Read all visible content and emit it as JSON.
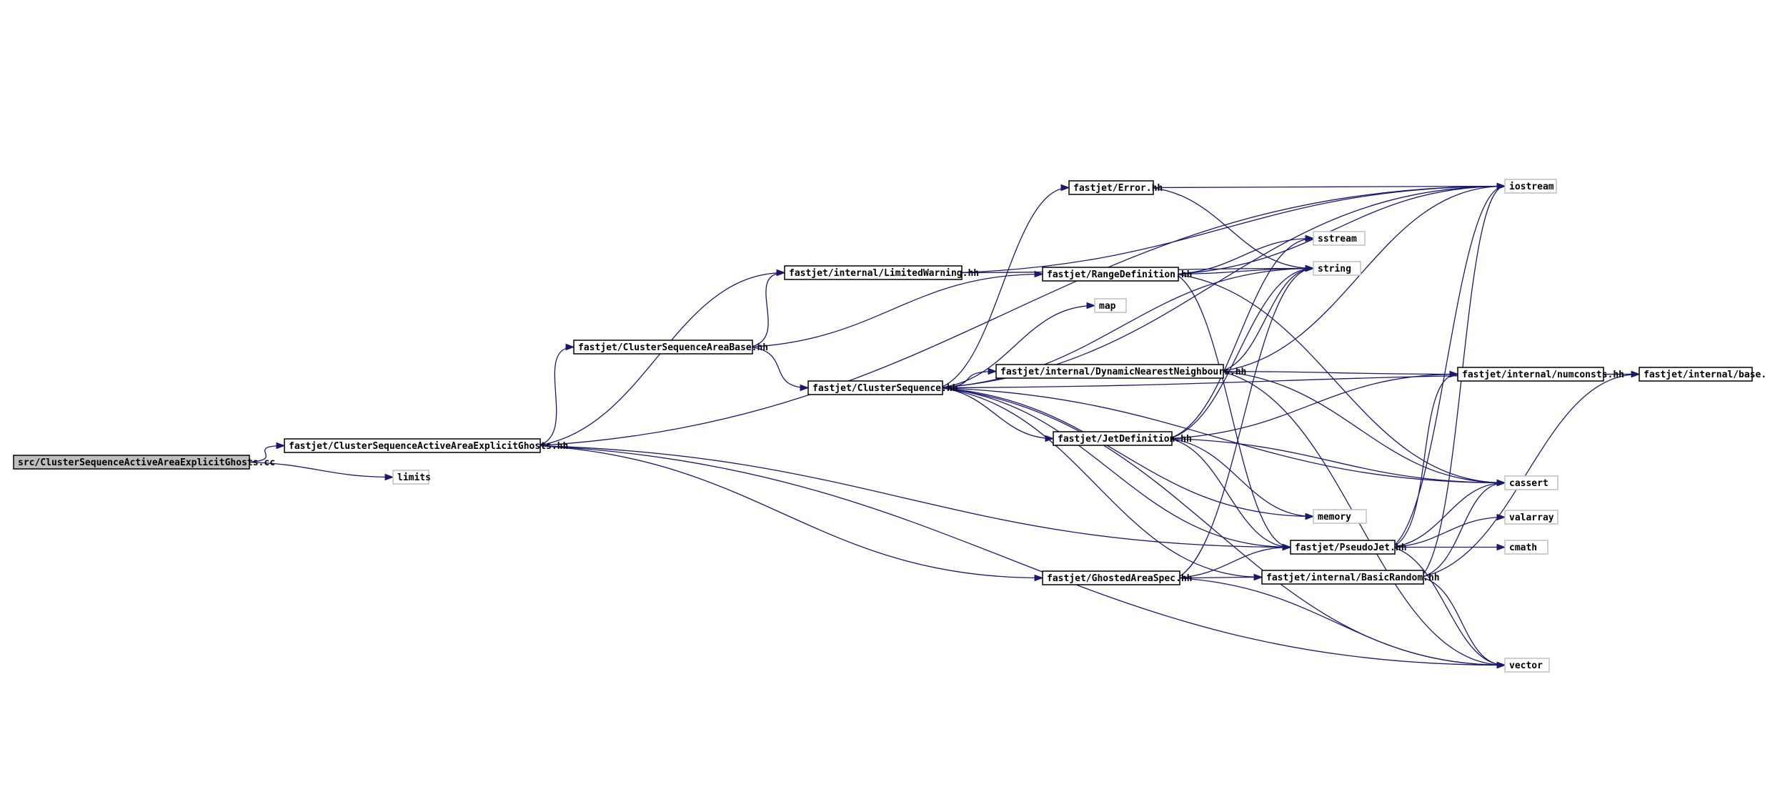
{
  "graph": {
    "colors": {
      "edge": "#191970",
      "root_fill": "#bfbfbf",
      "internal_border": "#000000",
      "external_border": "#bfbfbf",
      "node_fill": "#ffffff"
    },
    "nodes": [
      {
        "id": "root",
        "label": "src/ClusterSequenceActiveAreaExplicitGhosts.cc",
        "kind": "root"
      },
      {
        "id": "csaaeg",
        "label": "fastjet/ClusterSequenceActiveAreaExplicitGhosts.hh",
        "kind": "internal"
      },
      {
        "id": "limits",
        "label": "limits",
        "kind": "external"
      },
      {
        "id": "csab",
        "label": "fastjet/ClusterSequenceAreaBase.hh",
        "kind": "internal"
      },
      {
        "id": "lw",
        "label": "fastjet/internal/LimitedWarning.hh",
        "kind": "internal"
      },
      {
        "id": "cs",
        "label": "fastjet/ClusterSequence.hh",
        "kind": "internal"
      },
      {
        "id": "error",
        "label": "fastjet/Error.hh",
        "kind": "internal"
      },
      {
        "id": "rangedef",
        "label": "fastjet/RangeDefinition.hh",
        "kind": "internal"
      },
      {
        "id": "map",
        "label": "map",
        "kind": "external"
      },
      {
        "id": "dnn",
        "label": "fastjet/internal/DynamicNearestNeighbours.hh",
        "kind": "internal"
      },
      {
        "id": "jetdef",
        "label": "fastjet/JetDefinition.hh",
        "kind": "internal"
      },
      {
        "id": "gas",
        "label": "fastjet/GhostedAreaSpec.hh",
        "kind": "internal"
      },
      {
        "id": "pseudojet",
        "label": "fastjet/PseudoJet.hh",
        "kind": "internal"
      },
      {
        "id": "basicrandom",
        "label": "fastjet/internal/BasicRandom.hh",
        "kind": "internal"
      },
      {
        "id": "sstream",
        "label": "sstream",
        "kind": "external"
      },
      {
        "id": "string",
        "label": "string",
        "kind": "external"
      },
      {
        "id": "iostream",
        "label": "iostream",
        "kind": "external"
      },
      {
        "id": "numconsts",
        "label": "fastjet/internal/numconsts.hh",
        "kind": "internal"
      },
      {
        "id": "base",
        "label": "fastjet/internal/base.hh",
        "kind": "internal"
      },
      {
        "id": "memory",
        "label": "memory",
        "kind": "external"
      },
      {
        "id": "cassert",
        "label": "cassert",
        "kind": "external"
      },
      {
        "id": "valarray",
        "label": "valarray",
        "kind": "external"
      },
      {
        "id": "cmath",
        "label": "cmath",
        "kind": "external"
      },
      {
        "id": "vector",
        "label": "vector",
        "kind": "external"
      }
    ],
    "edges": [
      [
        "root",
        "csaaeg"
      ],
      [
        "root",
        "limits"
      ],
      [
        "csaaeg",
        "csab"
      ],
      [
        "csaaeg",
        "iostream"
      ],
      [
        "csaaeg",
        "pseudojet"
      ],
      [
        "csaaeg",
        "gas"
      ],
      [
        "csaaeg",
        "vector"
      ],
      [
        "csaaeg",
        "lw"
      ],
      [
        "csab",
        "lw"
      ],
      [
        "csab",
        "cs"
      ],
      [
        "csab",
        "rangedef"
      ],
      [
        "lw",
        "iostream"
      ],
      [
        "lw",
        "string"
      ],
      [
        "cs",
        "error"
      ],
      [
        "cs",
        "map"
      ],
      [
        "cs",
        "dnn"
      ],
      [
        "cs",
        "jetdef"
      ],
      [
        "cs",
        "pseudojet"
      ],
      [
        "cs",
        "memory"
      ],
      [
        "cs",
        "cassert"
      ],
      [
        "cs",
        "vector"
      ],
      [
        "cs",
        "string"
      ],
      [
        "cs",
        "iostream"
      ],
      [
        "cs",
        "base"
      ],
      [
        "cs",
        "basicrandom"
      ],
      [
        "error",
        "iostream"
      ],
      [
        "error",
        "string"
      ],
      [
        "rangedef",
        "string"
      ],
      [
        "rangedef",
        "sstream"
      ],
      [
        "rangedef",
        "iostream"
      ],
      [
        "rangedef",
        "pseudojet"
      ],
      [
        "rangedef",
        "cassert"
      ],
      [
        "dnn",
        "string"
      ],
      [
        "dnn",
        "numconsts"
      ],
      [
        "dnn",
        "iostream"
      ],
      [
        "dnn",
        "cassert"
      ],
      [
        "dnn",
        "vector"
      ],
      [
        "jetdef",
        "string"
      ],
      [
        "jetdef",
        "sstream"
      ],
      [
        "jetdef",
        "numconsts"
      ],
      [
        "jetdef",
        "pseudojet"
      ],
      [
        "jetdef",
        "memory"
      ],
      [
        "jetdef",
        "cassert"
      ],
      [
        "gas",
        "pseudojet"
      ],
      [
        "gas",
        "basicrandom"
      ],
      [
        "gas",
        "vector"
      ],
      [
        "gas",
        "string"
      ],
      [
        "pseudojet",
        "numconsts"
      ],
      [
        "pseudojet",
        "iostream"
      ],
      [
        "pseudojet",
        "valarray"
      ],
      [
        "pseudojet",
        "cmath"
      ],
      [
        "pseudojet",
        "cassert"
      ],
      [
        "pseudojet",
        "vector"
      ],
      [
        "basicrandom",
        "cassert"
      ],
      [
        "basicrandom",
        "vector"
      ],
      [
        "basicrandom",
        "base"
      ],
      [
        "basicrandom",
        "iostream"
      ],
      [
        "numconsts",
        "base"
      ]
    ]
  }
}
